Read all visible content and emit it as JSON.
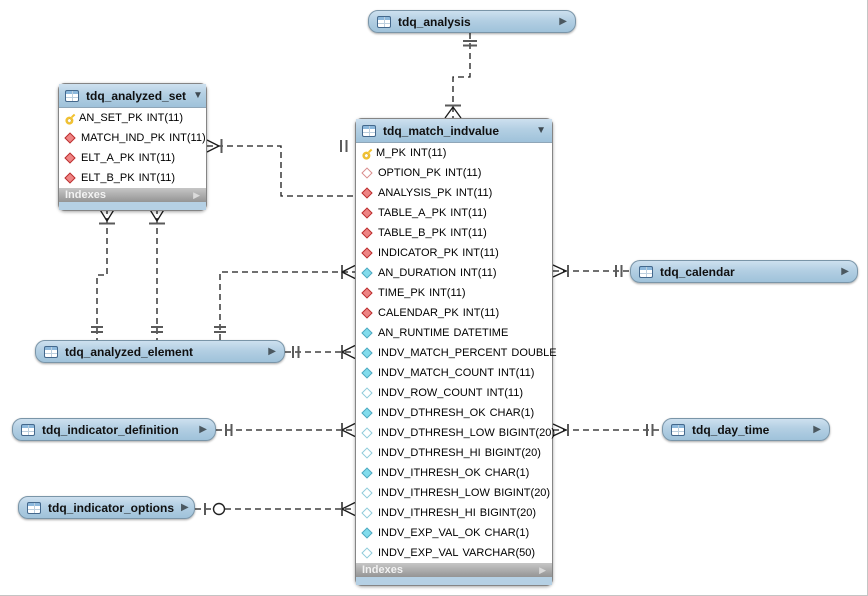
{
  "tables": {
    "tdq_analysis": {
      "title": "tdq_analysis",
      "collapsed": true
    },
    "tdq_analyzed_set": {
      "title": "tdq_analyzed_set",
      "indexes_label": "Indexes",
      "columns": [
        {
          "icon": "key",
          "name": "AN_SET_PK",
          "type": "INT(11)"
        },
        {
          "icon": "fk",
          "name": "MATCH_IND_PK",
          "type": "INT(11)"
        },
        {
          "icon": "fk",
          "name": "ELT_A_PK",
          "type": "INT(11)"
        },
        {
          "icon": "fk",
          "name": "ELT_B_PK",
          "type": "INT(11)"
        }
      ]
    },
    "tdq_match_indvalue": {
      "title": "tdq_match_indvalue",
      "indexes_label": "Indexes",
      "columns": [
        {
          "icon": "key",
          "name": "M_PK",
          "type": "INT(11)"
        },
        {
          "icon": "fknull",
          "name": "OPTION_PK",
          "type": "INT(11)"
        },
        {
          "icon": "fk",
          "name": "ANALYSIS_PK",
          "type": "INT(11)"
        },
        {
          "icon": "fk",
          "name": "TABLE_A_PK",
          "type": "INT(11)"
        },
        {
          "icon": "fk",
          "name": "TABLE_B_PK",
          "type": "INT(11)"
        },
        {
          "icon": "fk",
          "name": "INDICATOR_PK",
          "type": "INT(11)"
        },
        {
          "icon": "col",
          "name": "AN_DURATION",
          "type": "INT(11)"
        },
        {
          "icon": "fk",
          "name": "TIME_PK",
          "type": "INT(11)"
        },
        {
          "icon": "fk",
          "name": "CALENDAR_PK",
          "type": "INT(11)"
        },
        {
          "icon": "col",
          "name": "AN_RUNTIME",
          "type": "DATETIME"
        },
        {
          "icon": "col",
          "name": "INDV_MATCH_PERCENT",
          "type": "DOUBLE"
        },
        {
          "icon": "col",
          "name": "INDV_MATCH_COUNT",
          "type": "INT(11)"
        },
        {
          "icon": "colnull",
          "name": "INDV_ROW_COUNT",
          "type": "INT(11)"
        },
        {
          "icon": "col",
          "name": "INDV_DTHRESH_OK",
          "type": "CHAR(1)"
        },
        {
          "icon": "colnull",
          "name": "INDV_DTHRESH_LOW",
          "type": "BIGINT(20)"
        },
        {
          "icon": "colnull",
          "name": "INDV_DTHRESH_HI",
          "type": "BIGINT(20)"
        },
        {
          "icon": "col",
          "name": "INDV_ITHRESH_OK",
          "type": "CHAR(1)"
        },
        {
          "icon": "colnull",
          "name": "INDV_ITHRESH_LOW",
          "type": "BIGINT(20)"
        },
        {
          "icon": "colnull",
          "name": "INDV_ITHRESH_HI",
          "type": "BIGINT(20)"
        },
        {
          "icon": "col",
          "name": "INDV_EXP_VAL_OK",
          "type": "CHAR(1)"
        },
        {
          "icon": "colnull",
          "name": "INDV_EXP_VAL",
          "type": "VARCHAR(50)"
        }
      ]
    },
    "tdq_analyzed_element": {
      "title": "tdq_analyzed_element",
      "collapsed": true
    },
    "tdq_indicator_definition": {
      "title": "tdq_indicator_definition",
      "collapsed": true
    },
    "tdq_indicator_options": {
      "title": "tdq_indicator_options",
      "collapsed": true
    },
    "tdq_calendar": {
      "title": "tdq_calendar",
      "collapsed": true
    },
    "tdq_day_time": {
      "title": "tdq_day_time",
      "collapsed": true
    }
  },
  "icon_legend": {
    "key": "primary-key",
    "fk": "foreign-key-not-null",
    "fknull": "foreign-key-nullable",
    "col": "column-not-null",
    "colnull": "column-nullable"
  },
  "relationships": [
    {
      "from": "tdq_analysis",
      "to": "tdq_match_indvalue",
      "from_card": "one",
      "to_card": "many"
    },
    {
      "from": "tdq_analyzed_set",
      "to": "tdq_match_indvalue",
      "from_card": "many",
      "to_card": "one"
    },
    {
      "from": "tdq_analyzed_set",
      "to": "tdq_analyzed_element",
      "from_card": "many",
      "to_card": "one"
    },
    {
      "from": "tdq_analyzed_set",
      "to": "tdq_analyzed_element",
      "from_card": "many",
      "to_card": "one"
    },
    {
      "from": "tdq_analyzed_element",
      "to": "tdq_match_indvalue",
      "from_card": "one",
      "to_card": "many"
    },
    {
      "from": "tdq_analyzed_element",
      "to": "tdq_match_indvalue",
      "from_card": "one",
      "to_card": "many"
    },
    {
      "from": "tdq_indicator_definition",
      "to": "tdq_match_indvalue",
      "from_card": "one",
      "to_card": "many"
    },
    {
      "from": "tdq_indicator_options",
      "to": "tdq_match_indvalue",
      "from_card": "zero-or-one",
      "to_card": "many"
    },
    {
      "from": "tdq_match_indvalue",
      "to": "tdq_calendar",
      "from_card": "many",
      "to_card": "one"
    },
    {
      "from": "tdq_match_indvalue",
      "to": "tdq_day_time",
      "from_card": "many",
      "to_card": "one"
    }
  ],
  "colors": {
    "table_header": "#b3cfe3",
    "indexes_bar": "#9a9a9a",
    "footer_strip": "#b5d0e4",
    "pk_icon": "#f2c12e",
    "fk_icon": "#ee8585",
    "column_icon": "#82dcec",
    "wire": "#1b1b1b"
  },
  "ui": {
    "expand_arrow": "▶",
    "collapse_arrow": "▼"
  }
}
